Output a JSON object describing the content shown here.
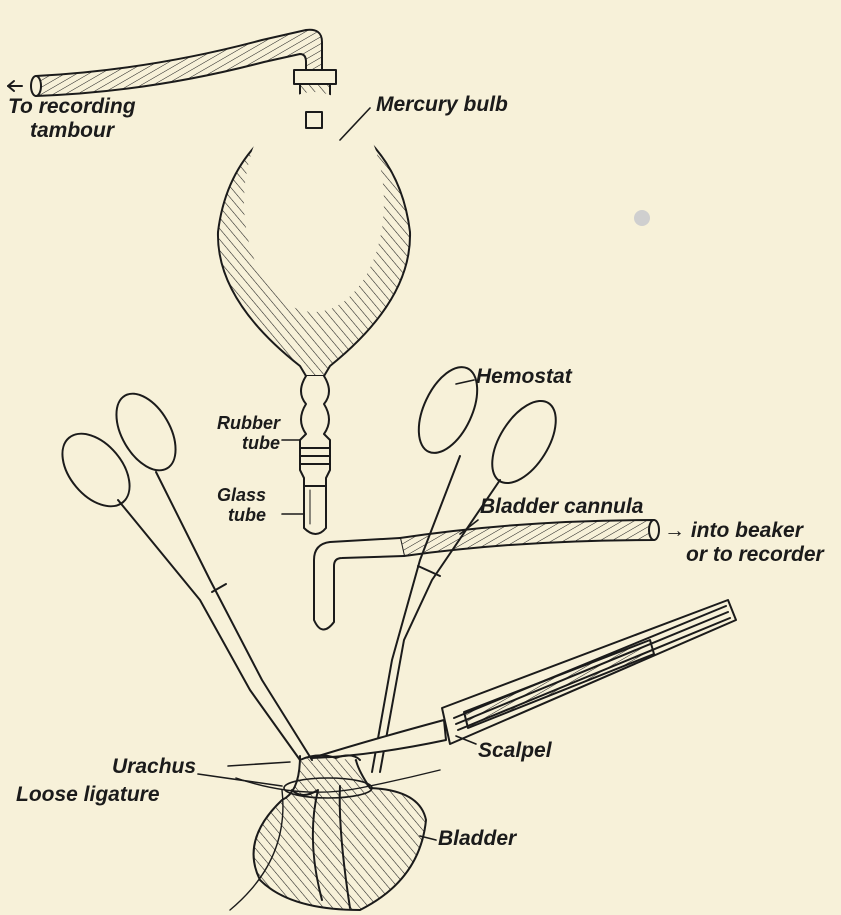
{
  "labels": {
    "to_recording_1": "To recording",
    "to_recording_2": "tambour",
    "mercury_bulb": "Mercury bulb",
    "hemostat": "Hemostat",
    "rubber_tube_1": "Rubber",
    "rubber_tube_2": "tube",
    "glass_tube_1": "Glass",
    "glass_tube_2": "tube",
    "bladder_cannula": "Bladder cannula",
    "into_beaker_1": "→ into beaker",
    "into_beaker_2": "or to recorder",
    "scalpel": "Scalpel",
    "urachus": "Urachus",
    "loose_ligature": "Loose ligature",
    "bladder": "Bladder"
  },
  "colors": {
    "background": "#f7f1d9",
    "ink": "#1b1b1b"
  }
}
